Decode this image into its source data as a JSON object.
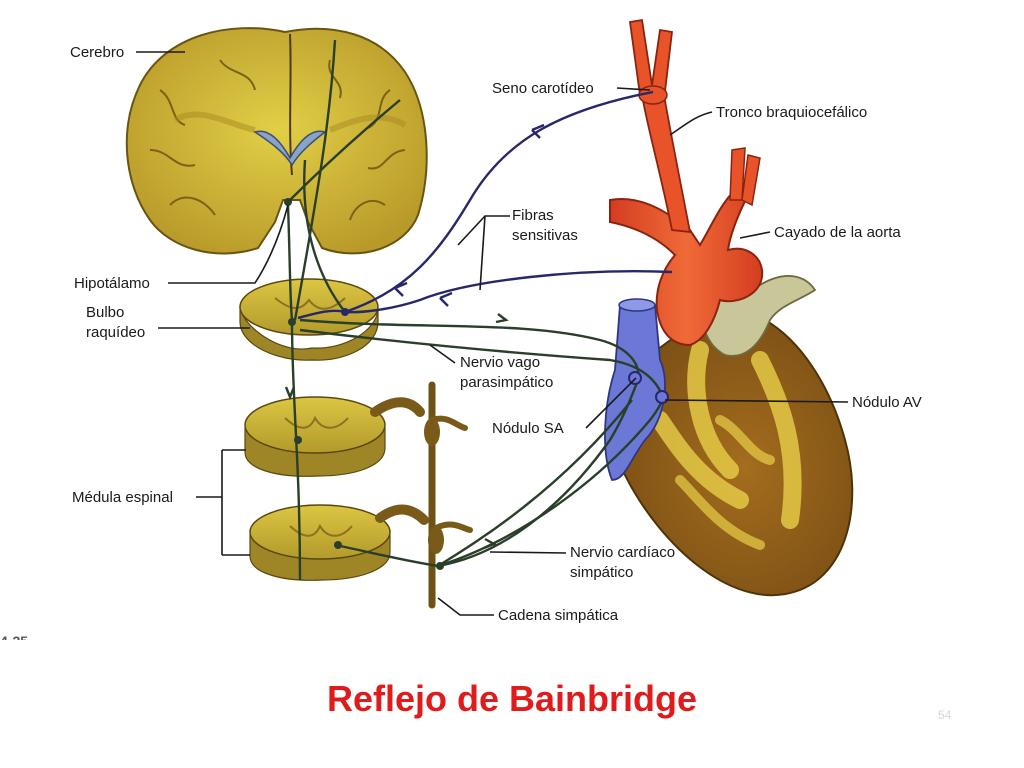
{
  "slide": {
    "title": "Reflejo de Bainbridge",
    "number": "54"
  },
  "figure_fragment": "4-25",
  "labels": {
    "cerebro": "Cerebro",
    "seno_carotideo": "Seno carotídeo",
    "tronco_braquiocefalico": "Tronco braquiocefálico",
    "fibras_1": "Fibras",
    "fibras_2": "sensitivas",
    "cayado_aorta": "Cayado de la aorta",
    "hipotalamo": "Hipotálamo",
    "bulbo_1": "Bulbo",
    "bulbo_2": "raquídeo",
    "vago_1": "Nervio vago",
    "vago_2": "parasimpático",
    "nodulo_sa": "Nódulo SA",
    "nodulo_av": "Nódulo AV",
    "medula": "Médula espinal",
    "cardiaco_1": "Nervio cardíaco",
    "cardiaco_2": "simpático",
    "cadena": "Cadena simpática"
  },
  "colors": {
    "title": "#e01b1b",
    "brain_tissue": "#d8c43a",
    "aorta": "#e8532a",
    "vena": "#6b78d6",
    "heart": "#9a6a1e",
    "sensory_fiber": "#27276b",
    "motor_nerve": "#2a3f2a"
  }
}
